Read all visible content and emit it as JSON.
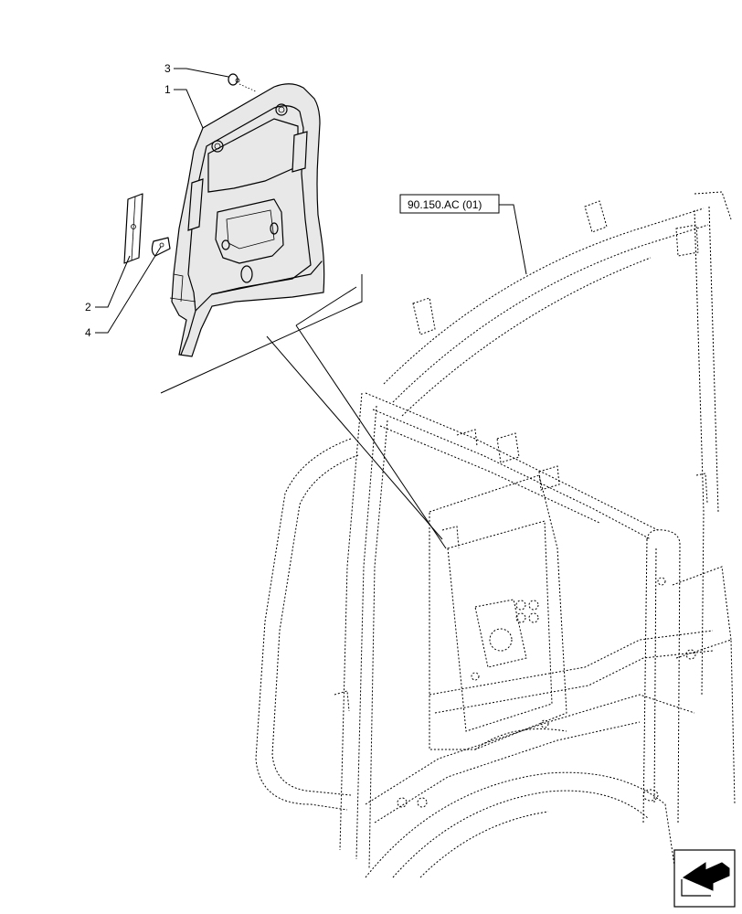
{
  "callouts": {
    "item_1": "1",
    "item_2": "2",
    "item_3": "3",
    "item_4": "4"
  },
  "reference": {
    "label": "90.150.AC (01)"
  },
  "icons": {
    "nav_arrow": "arrow-return-icon"
  }
}
